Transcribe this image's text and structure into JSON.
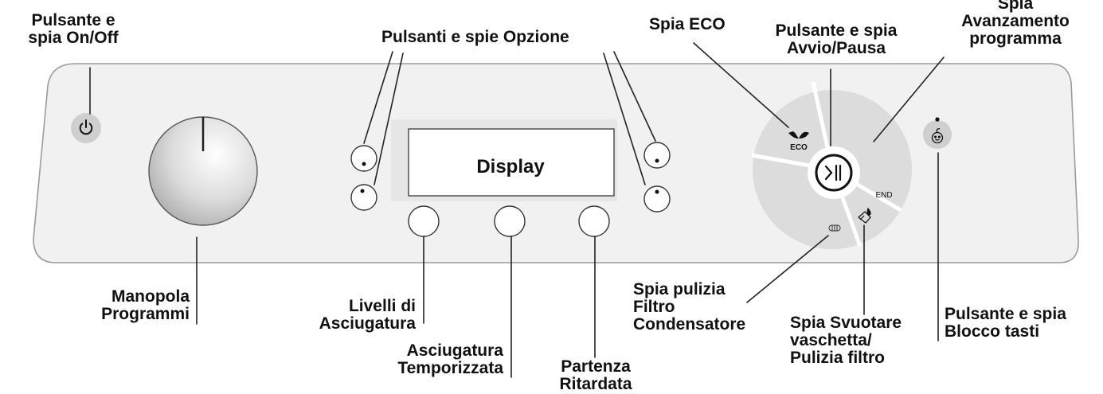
{
  "labels": {
    "onoff": [
      "Pulsante e",
      "spia On/Off"
    ],
    "options": "Pulsanti e spie Opzione",
    "eco": "Spia ECO",
    "start_pause": [
      "Pulsante e spia",
      "Avvio/Pausa"
    ],
    "progress": [
      "Spia",
      "Avanzamento",
      "programma"
    ],
    "dial": [
      "Manopola",
      "Programmi"
    ],
    "dry_levels": [
      "Livelli di",
      "Asciugatura"
    ],
    "timed_dry": [
      "Asciugatura",
      "Temporizzata"
    ],
    "delay_start": [
      "Partenza",
      "Ritardata"
    ],
    "condenser": [
      "Spia pulizia",
      "Filtro",
      "Condensatore"
    ],
    "empty_tank": [
      "Spia Svuotare",
      "vaschetta/",
      "Pulizia filtro"
    ],
    "lock": [
      "Pulsante e spia",
      "Blocco tasti"
    ]
  },
  "panel": {
    "display_text": "Display",
    "eco_text": "ECO",
    "end_text": "END"
  },
  "icons": {
    "power": "power-icon",
    "play_pause": "play-pause-icon",
    "leaf": "leaf-icon",
    "filter": "condenser-filter-icon",
    "tank": "water-tank-icon",
    "child_lock": "child-lock-icon"
  },
  "colors": {
    "panel_fill": "#f1f1f1",
    "display_area": "#e6e6e6",
    "progress_ring": "#d9d9d9",
    "line": "#222222"
  }
}
